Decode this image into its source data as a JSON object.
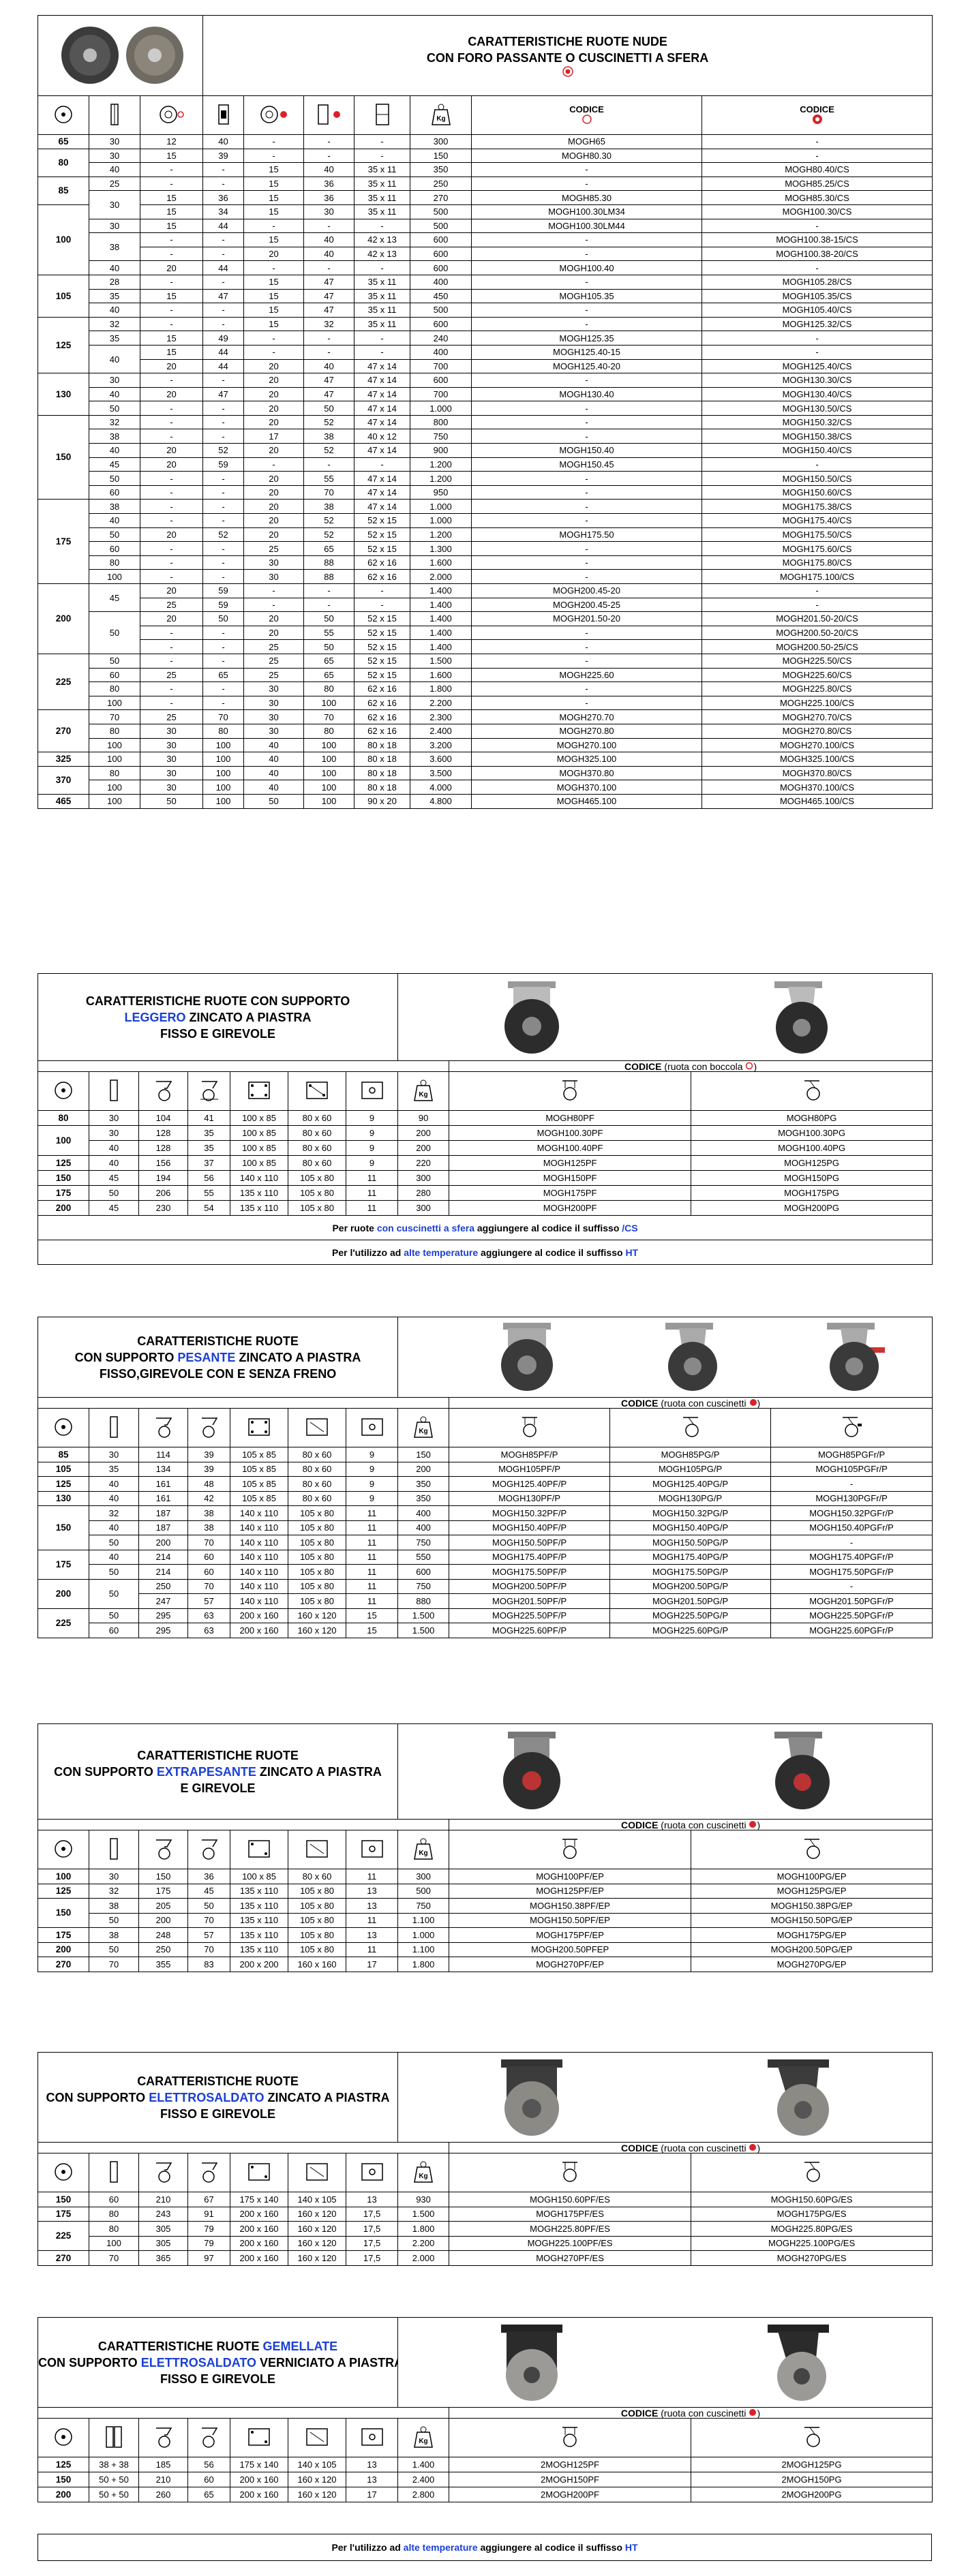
{
  "s1": {
    "title": [
      "CARATTERISTICHE RUOTE NUDE",
      "CON FORO PASSANTE  O CUSCINETTI A SFERA"
    ],
    "kg": "Kg",
    "codice": "CODICE",
    "rows": [
      [
        "65",
        "30",
        "12",
        "40",
        "-",
        "-",
        "-",
        "300",
        "MOGH65",
        "-"
      ],
      [
        "80",
        "30",
        "15",
        "39",
        "-",
        "-",
        "-",
        "150",
        "MOGH80.30",
        "-"
      ],
      [
        "",
        "40",
        "-",
        "-",
        "15",
        "40",
        "35 x 11",
        "350",
        "-",
        "MOGH80.40/CS"
      ],
      [
        "85",
        "25",
        "-",
        "-",
        "15",
        "36",
        "35 x 11",
        "250",
        "-",
        "MOGH85.25/CS"
      ],
      [
        "",
        "30",
        "15",
        "36",
        "15",
        "36",
        "35 x 11",
        "270",
        "MOGH85.30",
        "MOGH85.30/CS"
      ],
      [
        "100",
        "",
        "15",
        "34",
        "15",
        "30",
        "35 x 11",
        "500",
        "MOGH100.30LM34",
        "MOGH100.30/CS"
      ],
      [
        "",
        "30",
        "15",
        "44",
        "-",
        "-",
        "-",
        "500",
        "MOGH100.30LM44",
        "-"
      ],
      [
        "",
        "38",
        "-",
        "-",
        "15",
        "40",
        "42 x 13",
        "600",
        "-",
        "MOGH100.38-15/CS"
      ],
      [
        "",
        "",
        "-",
        "-",
        "20",
        "40",
        "42 x 13",
        "600",
        "-",
        "MOGH100.38-20/CS"
      ],
      [
        "",
        "40",
        "20",
        "44",
        "-",
        "-",
        "-",
        "600",
        "MOGH100.40",
        "-"
      ],
      [
        "105",
        "28",
        "-",
        "-",
        "15",
        "47",
        "35 x 11",
        "400",
        "-",
        "MOGH105.28/CS"
      ],
      [
        "",
        "35",
        "15",
        "47",
        "15",
        "47",
        "35 x 11",
        "450",
        "MOGH105.35",
        "MOGH105.35/CS"
      ],
      [
        "",
        "40",
        "-",
        "-",
        "15",
        "47",
        "35 x 11",
        "500",
        "-",
        "MOGH105.40/CS"
      ],
      [
        "125",
        "32",
        "-",
        "-",
        "15",
        "32",
        "35 x 11",
        "600",
        "-",
        "MOGH125.32/CS"
      ],
      [
        "",
        "35",
        "15",
        "49",
        "-",
        "-",
        "-",
        "240",
        "MOGH125.35",
        "-"
      ],
      [
        "",
        "40",
        "15",
        "44",
        "-",
        "-",
        "-",
        "400",
        "MOGH125.40-15",
        "-"
      ],
      [
        "",
        "",
        "20",
        "44",
        "20",
        "40",
        "47 x 14",
        "700",
        "MOGH125.40-20",
        "MOGH125.40/CS"
      ],
      [
        "130",
        "30",
        "-",
        "-",
        "20",
        "47",
        "47 x 14",
        "600",
        "-",
        "MOGH130.30/CS"
      ],
      [
        "",
        "40",
        "20",
        "47",
        "20",
        "47",
        "47 x 14",
        "700",
        "MOGH130.40",
        "MOGH130.40/CS"
      ],
      [
        "",
        "50",
        "-",
        "-",
        "20",
        "50",
        "47 x 14",
        "1.000",
        "-",
        "MOGH130.50/CS"
      ],
      [
        "150",
        "32",
        "-",
        "-",
        "20",
        "52",
        "47 x 14",
        "800",
        "-",
        "MOGH150.32/CS"
      ],
      [
        "",
        "38",
        "-",
        "-",
        "17",
        "38",
        "40 x 12",
        "750",
        "-",
        "MOGH150.38/CS"
      ],
      [
        "",
        "40",
        "20",
        "52",
        "20",
        "52",
        "47 x 14",
        "900",
        "MOGH150.40",
        "MOGH150.40/CS"
      ],
      [
        "",
        "45",
        "20",
        "59",
        "-",
        "-",
        "-",
        "1.200",
        "MOGH150.45",
        "-"
      ],
      [
        "",
        "50",
        "-",
        "-",
        "20",
        "55",
        "47 x 14",
        "1.200",
        "-",
        "MOGH150.50/CS"
      ],
      [
        "",
        "60",
        "-",
        "-",
        "20",
        "70",
        "47 x 14",
        "950",
        "-",
        "MOGH150.60/CS"
      ],
      [
        "175",
        "38",
        "-",
        "-",
        "20",
        "38",
        "47 x 14",
        "1.000",
        "-",
        "MOGH175.38/CS"
      ],
      [
        "",
        "40",
        "-",
        "-",
        "20",
        "52",
        "52 x 15",
        "1.000",
        "-",
        "MOGH175.40/CS"
      ],
      [
        "",
        "50",
        "20",
        "52",
        "20",
        "52",
        "52 x 15",
        "1.200",
        "MOGH175.50",
        "MOGH175.50/CS"
      ],
      [
        "",
        "60",
        "-",
        "-",
        "25",
        "65",
        "52 x 15",
        "1.300",
        "-",
        "MOGH175.60/CS"
      ],
      [
        "",
        "80",
        "-",
        "-",
        "30",
        "88",
        "62 x 16",
        "1.600",
        "-",
        "MOGH175.80/CS"
      ],
      [
        "",
        "100",
        "-",
        "-",
        "30",
        "88",
        "62 x 16",
        "2.000",
        "-",
        "MOGH175.100/CS"
      ],
      [
        "200",
        "45",
        "20",
        "59",
        "-",
        "-",
        "-",
        "1.400",
        "MOGH200.45-20",
        "-"
      ],
      [
        "",
        "",
        "25",
        "59",
        "-",
        "-",
        "-",
        "1.400",
        "MOGH200.45-25",
        "-"
      ],
      [
        "",
        "50",
        "20",
        "50",
        "20",
        "50",
        "52 x 15",
        "1.400",
        "MOGH201.50-20",
        "MOGH201.50-20/CS"
      ],
      [
        "",
        "",
        "-",
        "-",
        "20",
        "55",
        "52 x 15",
        "1.400",
        "-",
        "MOGH200.50-20/CS"
      ],
      [
        "",
        "",
        "-",
        "-",
        "25",
        "50",
        "52 x 15",
        "1.400",
        "-",
        "MOGH200.50-25/CS"
      ],
      [
        "225",
        "50",
        "-",
        "-",
        "25",
        "65",
        "52 x 15",
        "1.500",
        "-",
        "MOGH225.50/CS"
      ],
      [
        "",
        "60",
        "25",
        "65",
        "25",
        "65",
        "52 x 15",
        "1.600",
        "MOGH225.60",
        "MOGH225.60/CS"
      ],
      [
        "",
        "80",
        "-",
        "-",
        "30",
        "80",
        "62 x 16",
        "1.800",
        "-",
        "MOGH225.80/CS"
      ],
      [
        "",
        "100",
        "-",
        "-",
        "30",
        "100",
        "62 x 16",
        "2.200",
        "-",
        "MOGH225.100/CS"
      ],
      [
        "270",
        "70",
        "25",
        "70",
        "30",
        "70",
        "62 x 16",
        "2.300",
        "MOGH270.70",
        "MOGH270.70/CS"
      ],
      [
        "",
        "80",
        "30",
        "80",
        "30",
        "80",
        "62 x 16",
        "2.400",
        "MOGH270.80",
        "MOGH270.80/CS"
      ],
      [
        "",
        "100",
        "30",
        "100",
        "40",
        "100",
        "80 x 18",
        "3.200",
        "MOGH270.100",
        "MOGH270.100/CS"
      ],
      [
        "325",
        "100",
        "30",
        "100",
        "40",
        "100",
        "80 x 18",
        "3.600",
        "MOGH325.100",
        "MOGH325.100/CS"
      ],
      [
        "370",
        "80",
        "30",
        "100",
        "40",
        "100",
        "80 x 18",
        "3.500",
        "MOGH370.80",
        "MOGH370.80/CS"
      ],
      [
        "",
        "100",
        "30",
        "100",
        "40",
        "100",
        "80 x 18",
        "4.000",
        "MOGH370.100",
        "MOGH370.100/CS"
      ],
      [
        "465",
        "100",
        "50",
        "100",
        "50",
        "100",
        "90 x 20",
        "4.800",
        "MOGH465.100",
        "MOGH465.100/CS"
      ]
    ]
  },
  "s2": {
    "title_a": "CARATTERISTICHE RUOTE CON SUPPORTO",
    "title_b1": "LEGGERO",
    "title_b2": " ZINCATO A PIASTRA",
    "title_c": "FISSO E GIREVOLE",
    "codice_a": "CODICE",
    "codice_b": " (ruota con boccola ",
    "rows": [
      [
        "80",
        "30",
        "104",
        "41",
        "100 x 85",
        "80 x 60",
        "9",
        "90",
        "MOGH80PF",
        "MOGH80PG"
      ],
      [
        "100",
        "30",
        "128",
        "35",
        "100 x 85",
        "80 x 60",
        "9",
        "200",
        "MOGH100.30PF",
        "MOGH100.30PG"
      ],
      [
        "",
        "40",
        "128",
        "35",
        "100 x 85",
        "80 x 60",
        "9",
        "200",
        "MOGH100.40PF",
        "MOGH100.40PG"
      ],
      [
        "125",
        "40",
        "156",
        "37",
        "100 x 85",
        "80 x 60",
        "9",
        "220",
        "MOGH125PF",
        "MOGH125PG"
      ],
      [
        "150",
        "45",
        "194",
        "56",
        "140 x 110",
        "105 x 80",
        "11",
        "300",
        "MOGH150PF",
        "MOGH150PG"
      ],
      [
        "175",
        "50",
        "206",
        "55",
        "135 x 110",
        "105 x 80",
        "11",
        "280",
        "MOGH175PF",
        "MOGH175PG"
      ],
      [
        "200",
        "45",
        "230",
        "54",
        "135 x 110",
        "105 x 80",
        "11",
        "300",
        "MOGH200PF",
        "MOGH200PG"
      ]
    ],
    "note1_a": "Per ruote ",
    "note1_b": "con cuscinetti a sfera",
    "note1_c": "  aggiungere al codice il suffisso ",
    "note1_d": "/CS",
    "note2_a": "Per l'utilizzo ad ",
    "note2_b": "alte temperature",
    "note2_c": " aggiungere al codice il suffisso ",
    "note2_d": "HT"
  },
  "s3": {
    "title_a": "CARATTERISTICHE RUOTE",
    "title_b1": "CON SUPPORTO  ",
    "title_b2": "PESANTE",
    "title_b3": " ZINCATO A PIASTRA",
    "title_c": "FISSO,GIREVOLE CON E SENZA FRENO",
    "codice_a": "CODICE",
    "codice_b": " (ruota con cuscinetti ",
    "rows": [
      [
        "85",
        "30",
        "114",
        "39",
        "105 x 85",
        "80 x 60",
        "9",
        "150",
        "MOGH85PF/P",
        "MOGH85PG/P",
        "MOGH85PGFr/P"
      ],
      [
        "105",
        "35",
        "134",
        "39",
        "105 x 85",
        "80 x 60",
        "9",
        "200",
        "MOGH105PF/P",
        "MOGH105PG/P",
        "MOGH105PGFr/P"
      ],
      [
        "125",
        "40",
        "161",
        "48",
        "105 x 85",
        "80 x 60",
        "9",
        "350",
        "MOGH125.40PF/P",
        "MOGH125.40PG/P",
        "-"
      ],
      [
        "130",
        "40",
        "161",
        "42",
        "105 x 85",
        "80 x 60",
        "9",
        "350",
        "MOGH130PF/P",
        "MOGH130PG/P",
        "MOGH130PGFr/P"
      ],
      [
        "150",
        "32",
        "187",
        "38",
        "140 x 110",
        "105 x 80",
        "11",
        "400",
        "MOGH150.32PF/P",
        "MOGH150.32PG/P",
        "MOGH150.32PGFr/P"
      ],
      [
        "",
        "40",
        "187",
        "38",
        "140 x 110",
        "105 x 80",
        "11",
        "400",
        "MOGH150.40PF/P",
        "MOGH150.40PG/P",
        "MOGH150.40PGFr/P"
      ],
      [
        "",
        "50",
        "200",
        "70",
        "140 x 110",
        "105 x 80",
        "11",
        "750",
        "MOGH150.50PF/P",
        "MOGH150.50PG/P",
        "-"
      ],
      [
        "175",
        "40",
        "214",
        "60",
        "140 x 110",
        "105 x 80",
        "11",
        "550",
        "MOGH175.40PF/P",
        "MOGH175.40PG/P",
        "MOGH175.40PGFr/P"
      ],
      [
        "",
        "50",
        "214",
        "60",
        "140 x 110",
        "105 x 80",
        "11",
        "600",
        "MOGH175.50PF/P",
        "MOGH175.50PG/P",
        "MOGH175.50PGFr/P"
      ],
      [
        "200",
        "50",
        "250",
        "70",
        "140 x 110",
        "105 x 80",
        "11",
        "750",
        "MOGH200.50PF/P",
        "MOGH200.50PG/P",
        "-"
      ],
      [
        "",
        "",
        "247",
        "57",
        "140 x 110",
        "105 x 80",
        "11",
        "880",
        "MOGH201.50PF/P",
        "MOGH201.50PG/P",
        "MOGH201.50PGFr/P"
      ],
      [
        "225",
        "50",
        "295",
        "63",
        "200 x 160",
        "160 x 120",
        "15",
        "1.500",
        "MOGH225.50PF/P",
        "MOGH225.50PG/P",
        "MOGH225.50PGFr/P"
      ],
      [
        "",
        "60",
        "295",
        "63",
        "200 x 160",
        "160 x 120",
        "15",
        "1.500",
        "MOGH225.60PF/P",
        "MOGH225.60PG/P",
        "MOGH225.60PGFr/P"
      ]
    ]
  },
  "s4": {
    "title_a": "CARATTERISTICHE RUOTE",
    "title_b1": "CON SUPPORTO  ",
    "title_b2": "EXTRAPESANTE",
    "title_b3": " ZINCATO A PIASTRA",
    "title_c": "E GIREVOLE",
    "codice_a": "CODICE",
    "codice_b": " (ruota con cuscinetti ",
    "rows": [
      [
        "100",
        "30",
        "150",
        "36",
        "100 x 85",
        "80 x 60",
        "11",
        "300",
        "MOGH100PF/EP",
        "MOGH100PG/EP"
      ],
      [
        "125",
        "32",
        "175",
        "45",
        "135 x 110",
        "105 x 80",
        "13",
        "500",
        "MOGH125PF/EP",
        "MOGH125PG/EP"
      ],
      [
        "150",
        "38",
        "205",
        "50",
        "135 x 110",
        "105 x 80",
        "13",
        "750",
        "MOGH150.38PF/EP",
        "MOGH150.38PG/EP"
      ],
      [
        "",
        "50",
        "200",
        "70",
        "135 x 110",
        "105 x 80",
        "11",
        "1.100",
        "MOGH150.50PF/EP",
        "MOGH150.50PG/EP"
      ],
      [
        "175",
        "38",
        "248",
        "57",
        "135 x 110",
        "105 x 80",
        "13",
        "1.000",
        "MOGH175PF/EP",
        "MOGH175PG/EP"
      ],
      [
        "200",
        "50",
        "250",
        "70",
        "135 x 110",
        "105 x 80",
        "11",
        "1.100",
        "MOGH200.50PFEP",
        "MOGH200.50PG/EP"
      ],
      [
        "270",
        "70",
        "355",
        "83",
        "200 x 200",
        "160 x 160",
        "17",
        "1.800",
        "MOGH270PF/EP",
        "MOGH270PG/EP"
      ]
    ]
  },
  "s5": {
    "title_a": "CARATTERISTICHE RUOTE",
    "title_b1": "CON SUPPORTO  ",
    "title_b2": "ELETTROSALDATO",
    "title_b3": " ZINCATO A PIASTRA",
    "title_c": "FISSO E GIREVOLE",
    "codice_a": "CODICE",
    "codice_b": " (ruota con cuscinetti ",
    "rows": [
      [
        "150",
        "60",
        "210",
        "67",
        "175 x 140",
        "140 x 105",
        "13",
        "930",
        "MOGH150.60PF/ES",
        "MOGH150.60PG/ES"
      ],
      [
        "175",
        "80",
        "243",
        "91",
        "200 x 160",
        "160 x 120",
        "17,5",
        "1.500",
        "MOGH175PF/ES",
        "MOGH175PG/ES"
      ],
      [
        "225",
        "80",
        "305",
        "79",
        "200 x 160",
        "160 x 120",
        "17,5",
        "1.800",
        "MOGH225.80PF/ES",
        "MOGH225.80PG/ES"
      ],
      [
        "",
        "100",
        "305",
        "79",
        "200 x 160",
        "160 x 120",
        "17,5",
        "2.200",
        "MOGH225.100PF/ES",
        "MOGH225.100PG/ES"
      ],
      [
        "270",
        "70",
        "365",
        "97",
        "200 x 160",
        "160 x 120",
        "17,5",
        "2.000",
        "MOGH270PF/ES",
        "MOGH270PG/ES"
      ]
    ]
  },
  "s6": {
    "title_a1": "CARATTERISTICHE RUOTE ",
    "title_a2": "GEMELLATE",
    "title_b1": "CON SUPPORTO ",
    "title_b2": "ELETTROSALDATO",
    "title_b3": " VERNICIATO A PIASTRA",
    "title_c": "FISSO E GIREVOLE",
    "codice_a": "CODICE",
    "codice_b": " (ruota con cuscinetti ",
    "rows": [
      [
        "125",
        "38 + 38",
        "185",
        "56",
        "175 x 140",
        "140 x 105",
        "13",
        "1.400",
        "2MOGH125PF",
        "2MOGH125PG"
      ],
      [
        "150",
        "50 + 50",
        "210",
        "60",
        "200 x 160",
        "160 x 120",
        "13",
        "2.400",
        "2MOGH150PF",
        "2MOGH150PG"
      ],
      [
        "200",
        "50 + 50",
        "260",
        "65",
        "200 x 160",
        "160 x 120",
        "17",
        "2.800",
        "2MOGH200PF",
        "2MOGH200PG"
      ]
    ],
    "note_a": "Per l'utilizzo ad ",
    "note_b": "alte temperature",
    "note_c": " aggiungere al codice il suffisso ",
    "note_d": "HT"
  },
  "colors": {
    "accent_blue": "#1a3fd6",
    "bearing_red": "#d9232a"
  }
}
